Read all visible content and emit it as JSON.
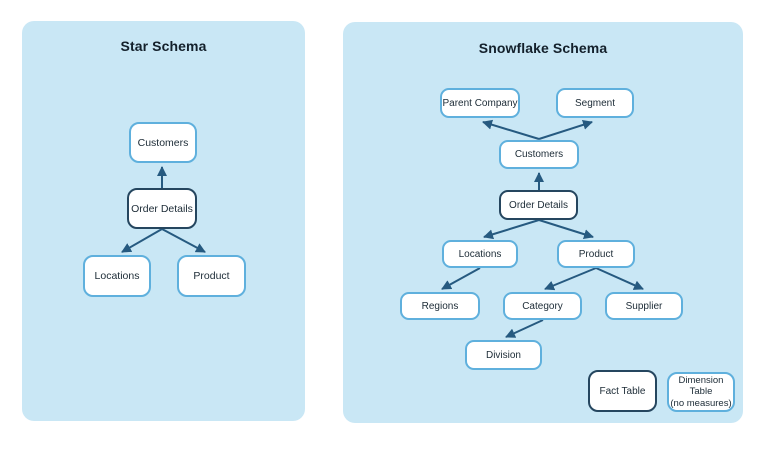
{
  "page": {
    "background": "#ffffff"
  },
  "colors": {
    "panel_background": "#c9e7f5",
    "dimension_border": "#5fb0dd",
    "fact_border": "#25465f",
    "arrow": "#265a80",
    "node_background": "#ffffff",
    "text": "#1c2b36",
    "title": "#13202b"
  },
  "star_schema": {
    "title": "Star Schema",
    "nodes": {
      "customers": {
        "label": "Customers",
        "type": "dimension"
      },
      "order_details": {
        "label": "Order Details",
        "type": "fact"
      },
      "locations": {
        "label": "Locations",
        "type": "dimension"
      },
      "product": {
        "label": "Product",
        "type": "dimension"
      }
    },
    "edges": [
      {
        "from": "order_details",
        "to": "customers"
      },
      {
        "from": "order_details",
        "to": "locations"
      },
      {
        "from": "order_details",
        "to": "product"
      }
    ]
  },
  "snowflake_schema": {
    "title": "Snowflake Schema",
    "nodes": {
      "parent_company": {
        "label": "Parent Company",
        "type": "dimension"
      },
      "segment": {
        "label": "Segment",
        "type": "dimension"
      },
      "customers": {
        "label": "Customers",
        "type": "dimension"
      },
      "order_details": {
        "label": "Order Details",
        "type": "fact"
      },
      "locations": {
        "label": "Locations",
        "type": "dimension"
      },
      "product": {
        "label": "Product",
        "type": "dimension"
      },
      "regions": {
        "label": "Regions",
        "type": "dimension"
      },
      "category": {
        "label": "Category",
        "type": "dimension"
      },
      "supplier": {
        "label": "Supplier",
        "type": "dimension"
      },
      "division": {
        "label": "Division",
        "type": "dimension"
      }
    },
    "edges": [
      {
        "from": "customers",
        "to": "parent_company"
      },
      {
        "from": "customers",
        "to": "segment"
      },
      {
        "from": "order_details",
        "to": "customers"
      },
      {
        "from": "order_details",
        "to": "locations"
      },
      {
        "from": "order_details",
        "to": "product"
      },
      {
        "from": "locations",
        "to": "regions"
      },
      {
        "from": "product",
        "to": "category"
      },
      {
        "from": "product",
        "to": "supplier"
      },
      {
        "from": "category",
        "to": "division"
      }
    ],
    "legend": {
      "fact_label": "Fact Table",
      "dimension_label": "Dimension\nTable\n(no measures)"
    }
  }
}
